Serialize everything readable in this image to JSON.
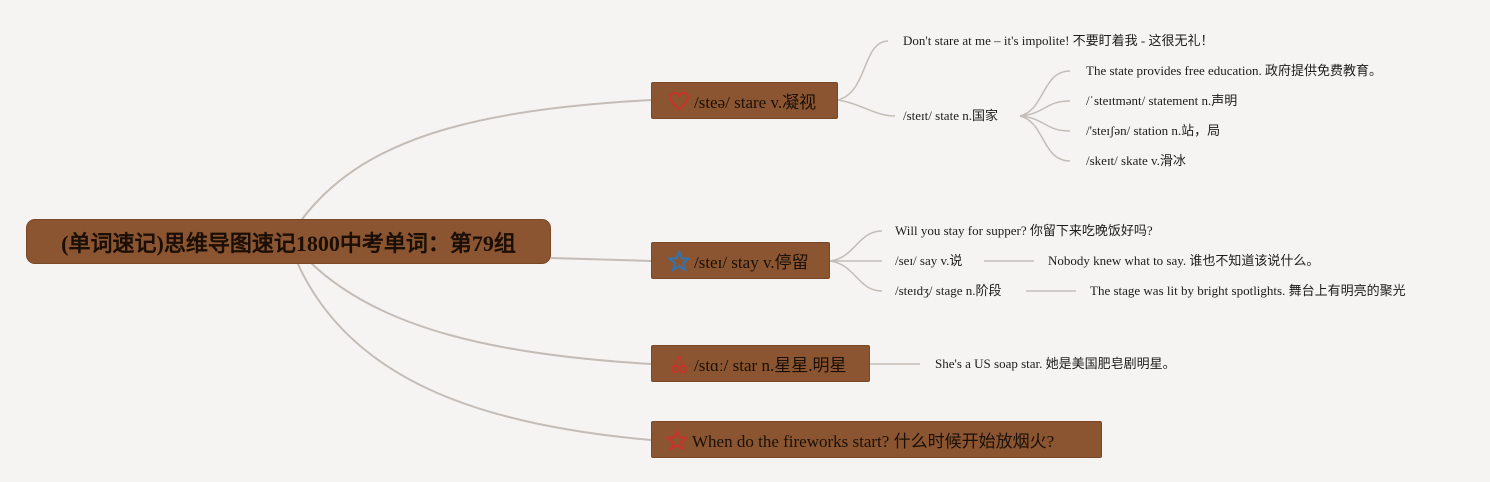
{
  "root": {
    "title": "(单词速记)思维导图速记1800中考单词：第79组"
  },
  "topics": [
    {
      "label": "/steə/ stare v.凝视",
      "icon": "heart-icon",
      "icon_color": "#c8342b",
      "children": [
        {
          "text": "Don't stare at me – it's impolite! 不要盯着我 - 这很无礼！"
        },
        {
          "text": "/steɪt/ state n.国家",
          "children": [
            {
              "text": "The state provides free education. 政府提供免费教育。"
            },
            {
              "text": "/ˈsteɪtmənt/ statement n.声明"
            },
            {
              "text": "/'steɪʃən/ station n.站，局"
            },
            {
              "text": "/skeɪt/ skate v.滑冰"
            }
          ]
        }
      ]
    },
    {
      "label": "/steɪ/ stay v.停留",
      "icon": "star-outline-icon",
      "icon_color": "#2e74b5",
      "children": [
        {
          "text": "Will you stay for supper? 你留下来吃晚饭好吗?"
        },
        {
          "text": "/seɪ/ say v.说",
          "children": [
            {
              "text": "Nobody knew what to say. 谁也不知道该说什么。"
            }
          ]
        },
        {
          "text": "/steɪdʒ/ stage n.阶段",
          "children": [
            {
              "text": "The stage was lit by bright spotlights. 舞台上有明亮的聚光"
            }
          ]
        }
      ]
    },
    {
      "label": "/stɑː/ star n.星星.明星",
      "icon": "cherries-icon",
      "icon_color": "#c8342b",
      "children": [
        {
          "text": "She's a US soap star. 她是美国肥皂剧明星。"
        }
      ]
    },
    {
      "label": "When do the fireworks start? 什么时候开始放烟火?",
      "icon": "star-outline-icon",
      "icon_color": "#c8342b",
      "children": []
    }
  ]
}
